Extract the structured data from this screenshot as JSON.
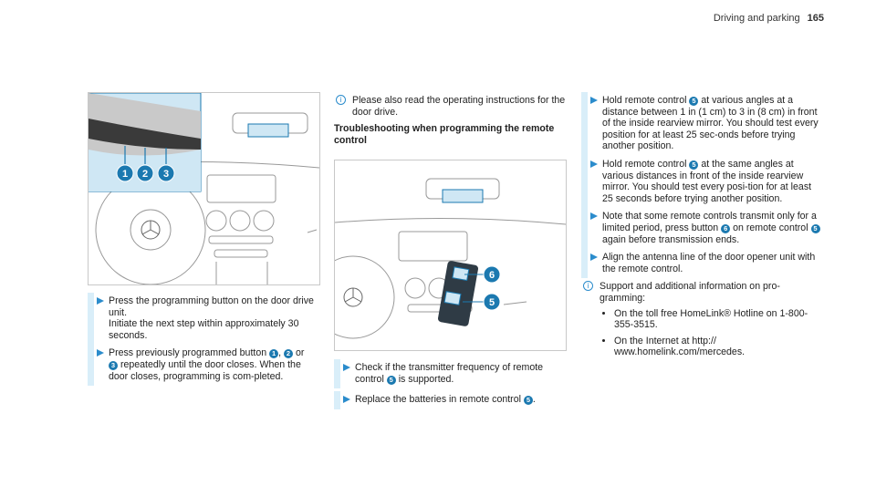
{
  "header": {
    "section": "Driving and parking",
    "page": "165"
  },
  "figure1": {
    "callouts": [
      "1",
      "2",
      "3"
    ]
  },
  "figure2": {
    "callouts": [
      "6",
      "5"
    ]
  },
  "col1": {
    "step1": {
      "a": "Press the programming button on the door drive unit.",
      "b": "Initiate the next step within approximately 30 seconds."
    },
    "step2": {
      "a": "Press previously programmed button",
      "b1": "1",
      "c": ",",
      "b2": "2",
      "d": "or",
      "b3": "3",
      "e": "repeatedly until the door closes.",
      "f": "When the door closes, programming is com-pleted."
    }
  },
  "col2": {
    "info": "Please also read the operating instructions for the door drive.",
    "heading": "Troubleshooting when programming the remote control",
    "step1": {
      "a": "Check if the transmitter frequency of remote control",
      "b": "5",
      "c": "is supported."
    },
    "step2": {
      "a": "Replace the batteries in remote control",
      "b": "5",
      "c": "."
    }
  },
  "col3": {
    "step1": {
      "a": "Hold remote control",
      "b": "5",
      "c": "at various angles at a distance between 1 in (1 cm) to 3 in (8 cm) in front of the inside rearview mirror. You should test every position for at least 25 sec-onds before trying another position."
    },
    "step2": {
      "a": "Hold remote control",
      "b": "5",
      "c": "at the same angles at various distances in front of the inside rearview mirror. You should test every posi-tion for at least 25 seconds before trying another position."
    },
    "step3": {
      "a": "Note that some remote controls transmit only for a limited period, press button",
      "b": "6",
      "c": "on remote control",
      "d": "5",
      "e": "again before transmission ends."
    },
    "step4": {
      "a": "Align the antenna line of the door opener unit with the remote control."
    },
    "info": "Support and additional information on pro-gramming:",
    "bullets": [
      "On the toll free HomeLink® Hotline on 1-800-355-3515.",
      "On the Internet at http:// www.homelink.com/mercedes."
    ]
  }
}
